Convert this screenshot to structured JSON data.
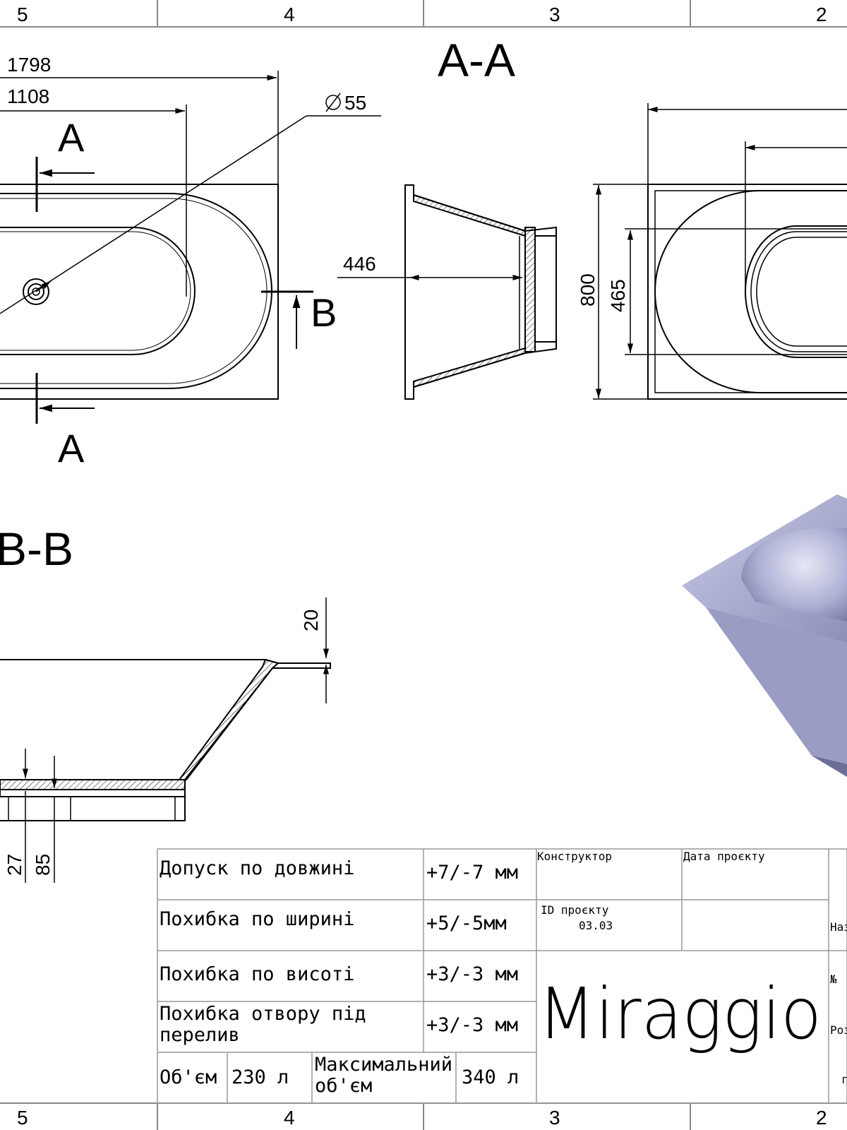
{
  "frame": {
    "columns_top": [
      "5",
      "4",
      "3",
      "2"
    ],
    "columns_bottom": [
      "5",
      "4",
      "3",
      "2"
    ]
  },
  "views": {
    "section_aa_title": "A-A",
    "section_bb_title": "B-B",
    "cut_a_top": "A",
    "cut_a_bottom": "A",
    "cut_b": "B"
  },
  "dimensions": {
    "length_overall": "1798",
    "length_inner": "1108",
    "drain_diameter": "55",
    "section_depth": "446",
    "width_overall": "800",
    "width_inner": "465",
    "rim": "20",
    "bottom_a": "27",
    "bottom_b": "85"
  },
  "title_block": {
    "rows": [
      {
        "label": "Допуск по довжині",
        "value": "+7/-7 мм"
      },
      {
        "label": "Похибка по ширині",
        "value": "+5/-5мм"
      },
      {
        "label": "Похибка по висоті",
        "value": "+3/-3 мм"
      },
      {
        "label_line1": "Похибка отвору під",
        "label_line2": "перелив",
        "value": "+3/-3 мм"
      }
    ],
    "volume_label": "Об'єм",
    "volume_value": "230 л",
    "max_volume_label_line1": "Максимальний",
    "max_volume_label_line2": "об'єм",
    "max_volume_value": "340 л",
    "designer_label": "Конструктор",
    "project_date_label": "Дата проєкту",
    "project_id_label": "ID проєкту",
    "project_id_value": "03.03",
    "brand": "Miraggio",
    "side_name": "Наз",
    "side_number": "№",
    "side_size": "Роз",
    "side_last": "г"
  },
  "colors": {
    "line": "#000000",
    "paper": "#ffffff",
    "tub_top": "#9fa1c9",
    "tub_inner": "#b8bad8",
    "tub_shadow": "#6c6e96"
  }
}
